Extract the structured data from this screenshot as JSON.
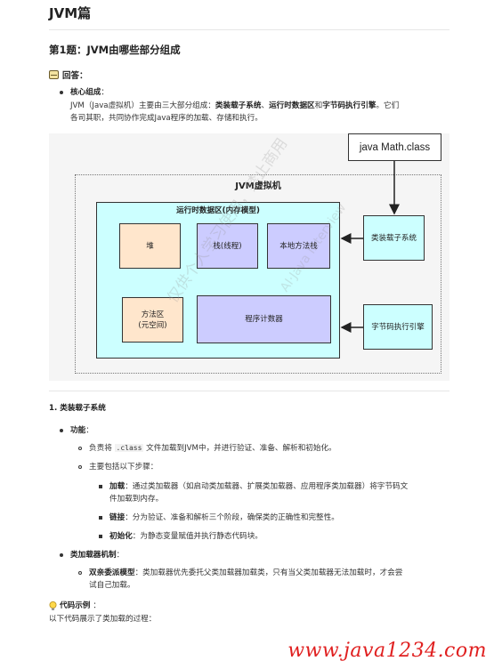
{
  "doc": {
    "title": "JVM篇",
    "question": "第1题：JVM由哪些部分组成",
    "answer_label": "回答：",
    "core_label": "核心组成",
    "core_colon": "：",
    "core_text_1": "JVM（Java虚拟机）主要由三大部分组成：",
    "core_bold_1": "类装载子系统",
    "core_sep_1": "、",
    "core_bold_2": "运行时数据区",
    "core_sep_2": "和",
    "core_bold_3": "字节码执行引擎",
    "core_text_2": "。它们",
    "core_line_2": "各司其职，共同协作完成Java程序的加载、存储和执行。"
  },
  "diagram": {
    "java_class": "java Math.class",
    "jvm_title": "JVM虚拟机",
    "runtime_title": "运行时数据区(内存模型)",
    "heap": "堆",
    "stack": "栈(线程)",
    "native_stack": "本地方法栈",
    "method_area_1": "方法区",
    "method_area_2": "(元空间)",
    "pc": "程序计数器",
    "class_loader": "类装载子系统",
    "engine": "字节码执行引擎",
    "watermark_1": "仅供个人学习使用，禁止商用",
    "watermark_2": "AI·Java Interview"
  },
  "section1": {
    "heading": "1. 类装载子系统",
    "func_label": "功能",
    "func_colon": "：",
    "func_text_1": "负责将",
    "func_code": ".class",
    "func_text_2": "文件加载到JVM中，并进行验证、准备、解析和初始化。",
    "steps_intro": "主要包括以下步骤：",
    "step1_label": "加载",
    "step1_text": "：通过类加载器（如启动类加载器、扩展类加载器、应用程序类加载器）将字节码文",
    "step1_text_2": "件加载到内存。",
    "step2_label": "链接",
    "step2_text": "：分为验证、准备和解析三个阶段，确保类的正确性和完整性。",
    "step3_label": "初始化",
    "step3_text": "：为静态变量赋值并执行静态代码块。",
    "mech_label": "类加载器机制",
    "mech_colon": "：",
    "parent_label": "双亲委派模型",
    "parent_text": "：类加载器优先委托父类加载器加载类，只有当父类加载器无法加载时，才会尝",
    "parent_text_2": "试自己加载。"
  },
  "code_example": {
    "label": "代码示例",
    "colon": "：",
    "intro": "以下代码展示了类加载的过程："
  },
  "footer": {
    "watermark": "www.java1234.com"
  }
}
